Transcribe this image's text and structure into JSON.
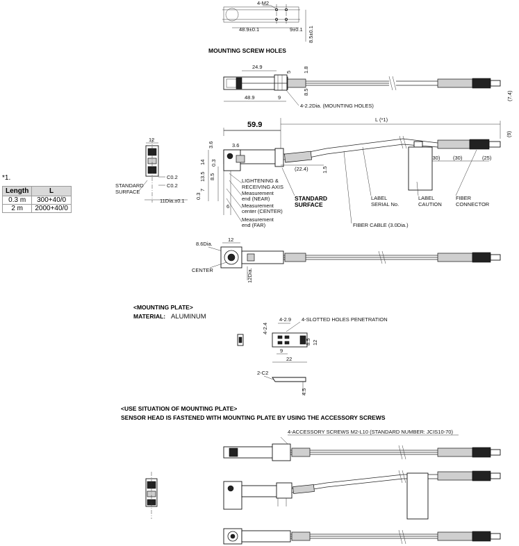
{
  "section_titles": {
    "mounting_screw_holes": "MOUNTING SCREW HOLES",
    "mounting_plate": "<MOUNTING PLATE>",
    "material_label": "MATERIAL:",
    "material_value": "ALUMINUM",
    "use_situation": "<USE SITUATION OF MOUNTING PLATE>",
    "use_situation_desc": "SENSOR HEAD IS FASTENED WITH MOUNTING PLATE BY USING THE ACCESSORY SCREWS"
  },
  "screw_holes": {
    "label": "4-M2",
    "dim_a": "48.9±0.1",
    "dim_b": "9±0.1",
    "dim_c": "8.5±0.1"
  },
  "top_view": {
    "dim_249": "24.9",
    "dim_5": "5",
    "dim_18": "1.8",
    "dim_85": "8.5",
    "dim_489": "48.9",
    "dim_9": "9",
    "holes": "4-2.2Dia. (MOUNTING HOLES)",
    "dim_74": "(7.4)"
  },
  "side_view": {
    "dim_599": "59.9",
    "dim_L": "L (*1)",
    "dim_9p": "(9)",
    "dim_36a": "3.6",
    "dim_36b": "3.6",
    "dim_14": "14",
    "dim_135": "13.5",
    "dim_85": "8.5",
    "dim_7": "7",
    "dim_03a": "0.3",
    "dim_03b": "0.3",
    "dim_6": "6",
    "dim_224": "(22.4)",
    "dim_15": "1.5",
    "dim_30a": "(30)",
    "dim_30b": "(30)",
    "dim_25": "(25)",
    "lightening": "LIGHTENING &",
    "receiving": "RECEIVING AXIS",
    "meas_near_1": "Measurement",
    "meas_near_2": "end (NEAR)",
    "meas_center_1": "Measurement",
    "meas_center_2": "center (CENTER)",
    "meas_far_1": "Measurement",
    "meas_far_2": "end (FAR)",
    "std_surface_1": "STANDARD",
    "std_surface_2": "SURFACE",
    "label_serial_1": "LABEL",
    "label_serial_2": "SERIAL No.",
    "label_caution_1": "LABEL",
    "label_caution_2": "CAUTION",
    "fiber_conn_1": "FIBER",
    "fiber_conn_2": "CONNECTOR",
    "fiber_cable": "FIBER CABLE (3.0Dia.)"
  },
  "end_view": {
    "dim_12": "12",
    "c02a": "C0.2",
    "c02b": "C0.2",
    "std_1": "STANDARD",
    "std_2": "SURFACE",
    "dim_11": "11Dia.±0.1"
  },
  "front_view": {
    "dim_86": "8.6Dia.",
    "dim_12": "12",
    "center": "CENTER",
    "dim_120": "12Dia."
  },
  "plate": {
    "dim_429": "4-2.9",
    "slotted": "4-SLOTTED HOLES PENETRATION",
    "dim_424": "4-2.4",
    "dim_9": "9",
    "dim_22": "22",
    "dim_85": "8.5",
    "dim_12": "12",
    "c2": "2-C2",
    "dim_45": "4.5"
  },
  "use_view": {
    "screws": "4-ACCESSORY SCREWS M2-L10 (STANDARD NUMBER: JCIS10-70)"
  },
  "length_note": "*1.",
  "length_table": {
    "headers": [
      "Length",
      "L"
    ],
    "rows": [
      [
        "0.3 m",
        "300+40/0"
      ],
      [
        "2 m",
        "2000+40/0"
      ]
    ]
  }
}
